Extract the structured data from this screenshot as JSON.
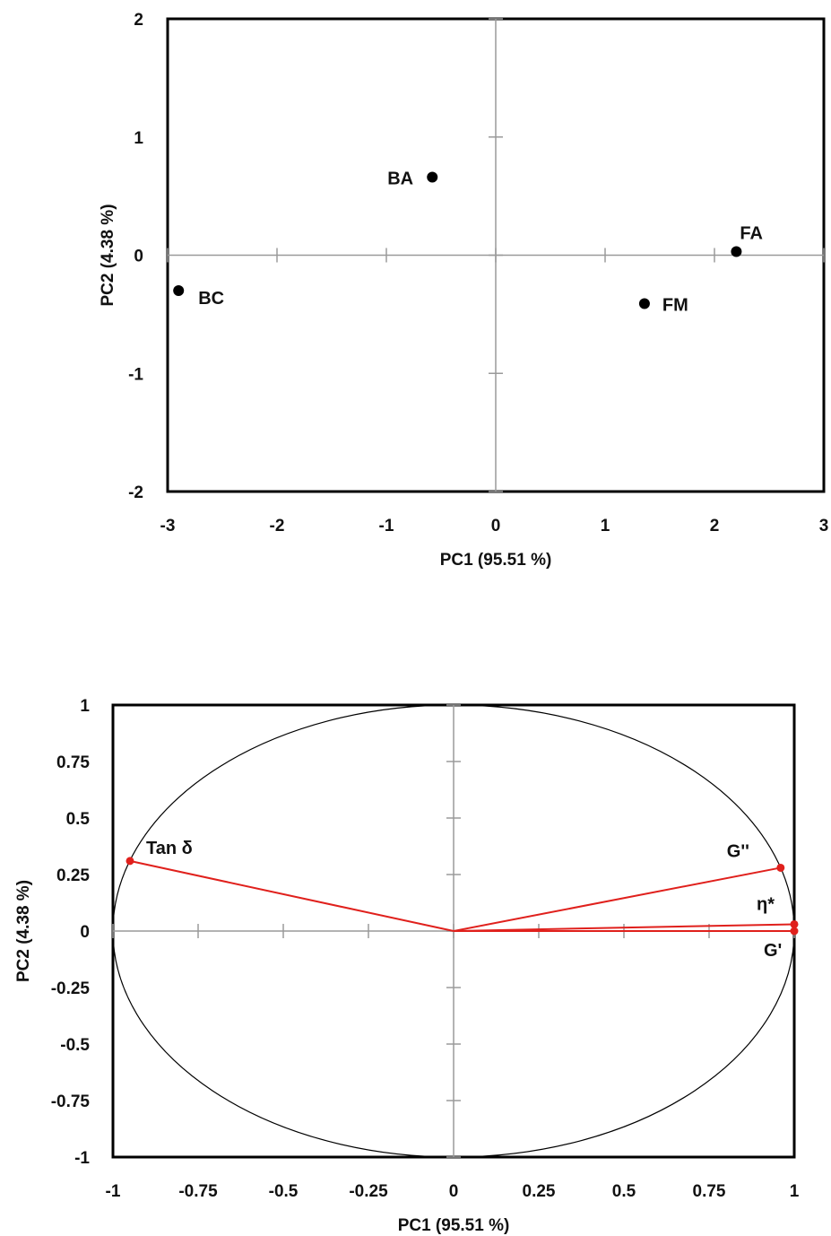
{
  "chart_data": [
    {
      "type": "scatter",
      "title": "",
      "xlabel": "PC1 (95.51 %)",
      "ylabel": "PC2 (4.38 %)",
      "xlim": [
        -3,
        3
      ],
      "ylim": [
        -2,
        2
      ],
      "xticks": [
        "-3",
        "-2",
        "-1",
        "0",
        "1",
        "2",
        "3"
      ],
      "yticks": [
        "2",
        "1",
        "0",
        "-1",
        "-2"
      ],
      "grid": false,
      "marker_color": "#000000",
      "points": [
        {
          "label": "BA",
          "x": -0.58,
          "y": 0.66
        },
        {
          "label": "FA",
          "x": 2.2,
          "y": 0.03
        },
        {
          "label": "BC",
          "x": -2.9,
          "y": -0.3
        },
        {
          "label": "FM",
          "x": 1.36,
          "y": -0.41
        }
      ]
    },
    {
      "type": "scatter",
      "title": "",
      "xlabel": "PC1 (95.51 %)",
      "ylabel": "PC2 (4.38 %)",
      "xlim": [
        -1,
        1
      ],
      "ylim": [
        -1,
        1
      ],
      "xticks": [
        "-1",
        "-0.75",
        "-0.5",
        "-0.25",
        "0",
        "0.25",
        "0.5",
        "0.75",
        "1"
      ],
      "yticks": [
        "1",
        "0.75",
        "0.5",
        "0.25",
        "0",
        "-0.25",
        "-0.5",
        "-0.75",
        "-1"
      ],
      "grid": false,
      "correlation_circle": true,
      "vector_color": "#e0201c",
      "points": [
        {
          "label": "Tan δ",
          "x": -0.95,
          "y": 0.31
        },
        {
          "label": "G''",
          "x": 0.96,
          "y": 0.28
        },
        {
          "label": "η*",
          "x": 1.0,
          "y": 0.03
        },
        {
          "label": "G'",
          "x": 1.0,
          "y": 0.0
        }
      ]
    }
  ]
}
